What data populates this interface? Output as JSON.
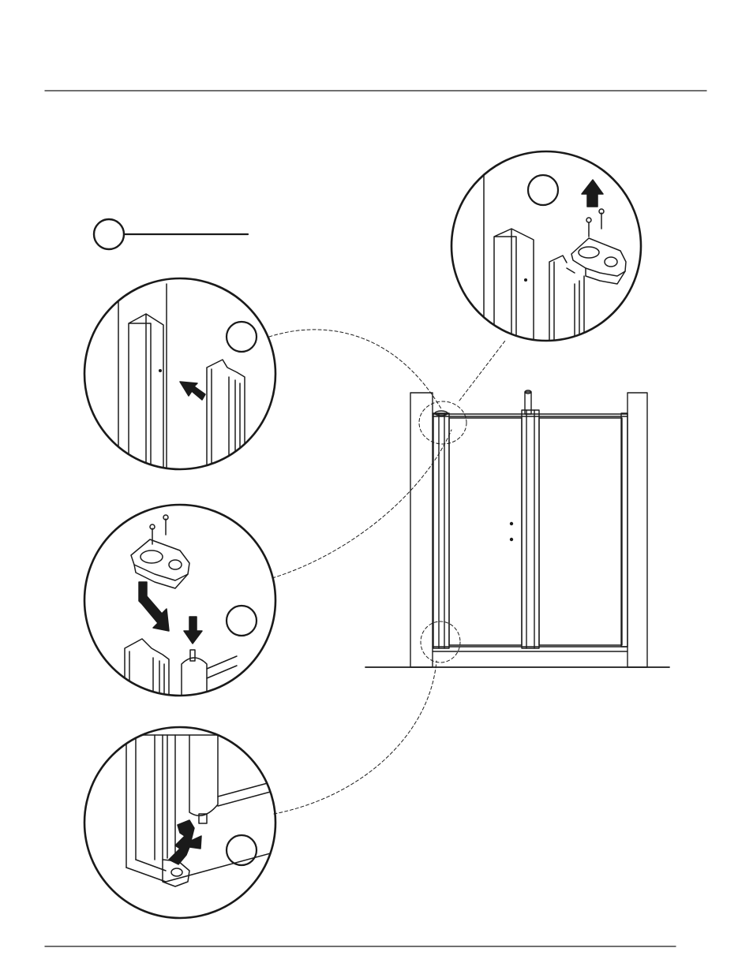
{
  "page": {
    "header_rule": true,
    "footer_rule": true
  },
  "callouts": [
    {
      "id": "step-top-right",
      "label": ""
    },
    {
      "id": "step-legend",
      "label": ""
    },
    {
      "id": "step-1",
      "label": ""
    },
    {
      "id": "step-2",
      "label": ""
    },
    {
      "id": "step-3",
      "label": ""
    }
  ],
  "icons": [
    "arrow-up-icon",
    "arrow-left-icon",
    "arrow-down-icon",
    "screw-icon",
    "bracket-icon"
  ],
  "colors": {
    "ink": "#1a1a1a",
    "paper": "#ffffff"
  }
}
